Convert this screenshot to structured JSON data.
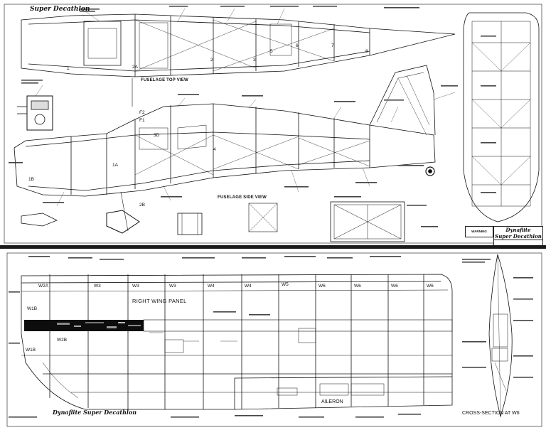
{
  "top_sheet": {
    "brand_title": "Super Decathlon",
    "view_labels": {
      "fuselage_top": "FUSELAGE TOP VIEW",
      "fuselage_side": "FUSELAGE SIDE VIEW"
    },
    "station_numbers": [
      "1",
      "2",
      "3",
      "4",
      "5",
      "6",
      "7",
      "8",
      "1A",
      "2A",
      "2B",
      "1B",
      "F2",
      "F1",
      "3D"
    ],
    "title_block": {
      "brand": "Dynaflite",
      "model": "Super Decathlon",
      "warning_label": "WARNING"
    }
  },
  "bottom_sheet": {
    "panel_title": "RIGHT WING PANEL",
    "rib_labels": [
      "W2A",
      "W3",
      "W3",
      "W3",
      "W4",
      "W4",
      "W5",
      "W6",
      "W6",
      "W6",
      "W6"
    ],
    "root_ribs": [
      "W1B",
      "W2B",
      "W1B"
    ],
    "aileron_label": "AILERON",
    "cross_section_label": "CROSS-SECTION AT W6",
    "brand": "Dynaflite",
    "model": "Super Decathlon"
  },
  "colors": {
    "ink": "#111111",
    "paper": "#ffffff",
    "divider": "#1a1a1a"
  }
}
